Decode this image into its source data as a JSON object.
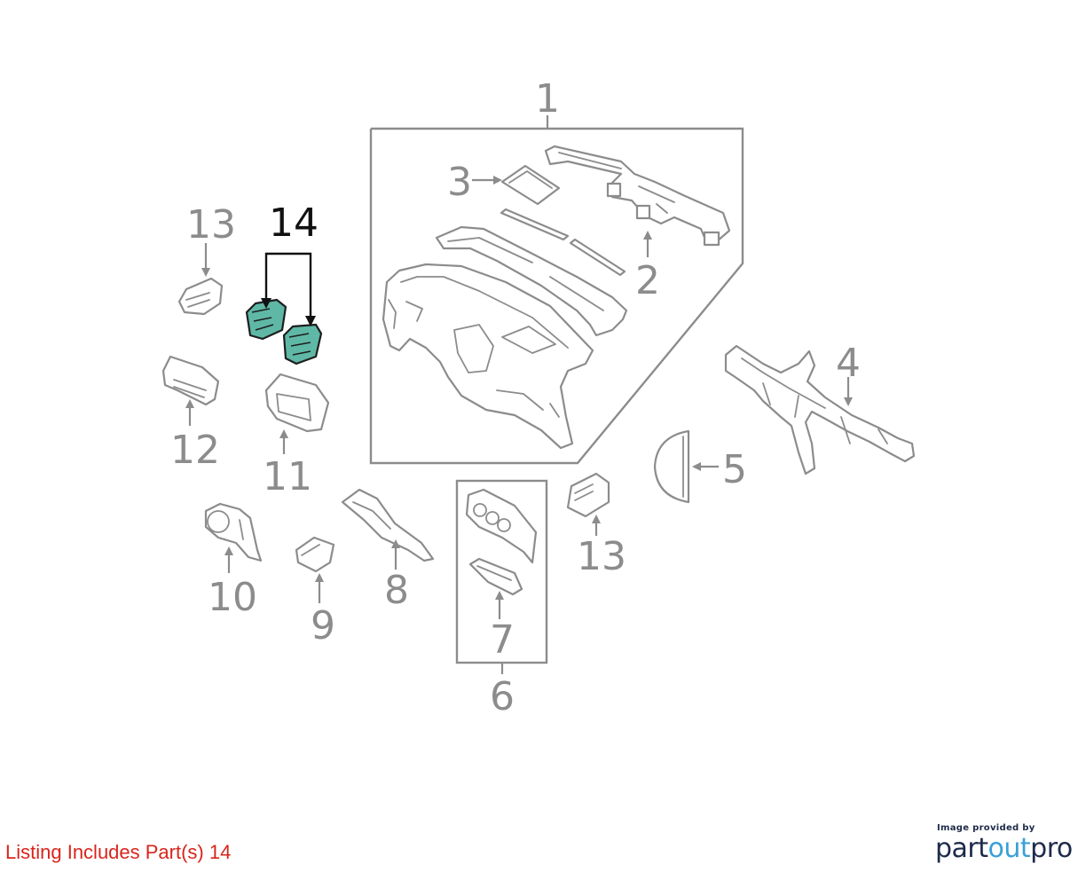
{
  "diagram": {
    "callouts": {
      "c1": "1",
      "c2": "2",
      "c3": "3",
      "c4": "4",
      "c5": "5",
      "c6": "6",
      "c7": "7",
      "c8": "8",
      "c9": "9",
      "c10": "10",
      "c11": "11",
      "c12": "12",
      "c13a": "13",
      "c13b": "13",
      "c14": "14"
    },
    "colors": {
      "highlight": "#5fb8a6",
      "line": "#8c8c8c",
      "caption": "#d9251c",
      "brand": "#1d2a4a",
      "brand_accent": "#3aa0d8"
    }
  },
  "caption": {
    "text": "Listing Includes Part(s) 14"
  },
  "brand": {
    "tagline": "Image provided by",
    "name_part1": "part",
    "name_part2": "out",
    "name_part3": "pro"
  }
}
